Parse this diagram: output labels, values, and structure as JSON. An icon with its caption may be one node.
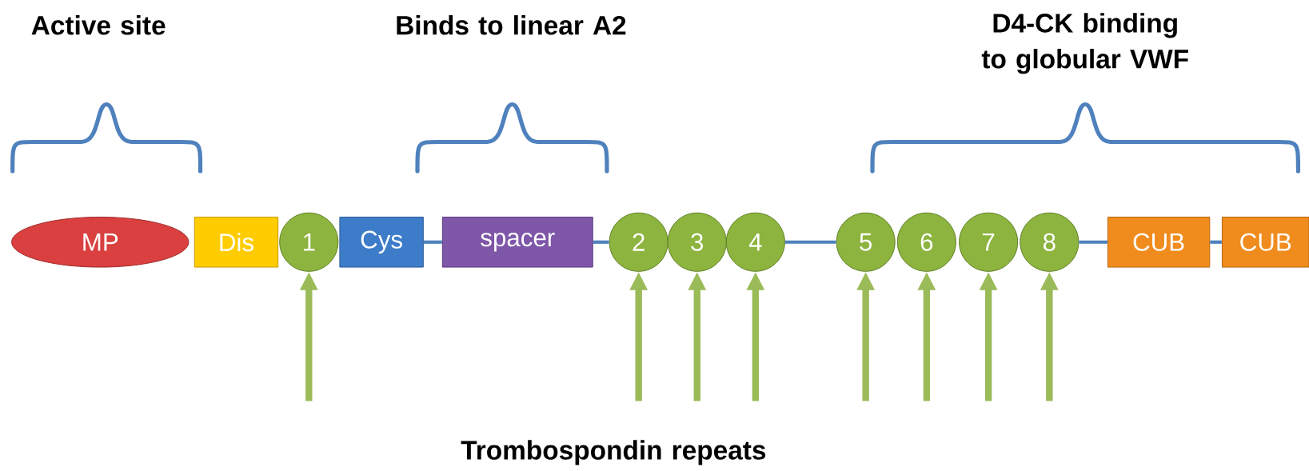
{
  "diagram": {
    "nodes": [
      {
        "text": [
          "MP"
        ]
      },
      {
        "text": [
          "Dis"
        ]
      },
      {
        "text": [
          "1"
        ]
      },
      {
        "text": [
          "Cys"
        ]
      },
      {
        "text": [
          "spacer"
        ]
      },
      {
        "text": [
          "2"
        ]
      },
      {
        "text": [
          "3"
        ]
      },
      {
        "text": [
          "4"
        ]
      },
      {
        "text": [
          "5"
        ]
      },
      {
        "text": [
          "6"
        ]
      },
      {
        "text": [
          "7"
        ]
      },
      {
        "text": [
          "8"
        ]
      },
      {
        "text": [
          "CUB"
        ]
      },
      {
        "text": [
          "CUB"
        ]
      }
    ],
    "edges": [
      {
        "from": 3,
        "to": 4,
        "arrow": "none",
        "color": "#4f81bd"
      },
      {
        "from": 4,
        "to": 5,
        "arrow": "none",
        "color": "#4f81bd"
      },
      {
        "from": 7,
        "to": 8,
        "arrow": "none",
        "color": "#4f81bd"
      },
      {
        "from": 11,
        "to": 12,
        "arrow": "none",
        "color": "#4f81bd"
      },
      {
        "from": 12,
        "to": 13,
        "arrow": "none",
        "color": "#4f81bd"
      },
      {
        "from": null,
        "to": 2,
        "arrow": "to"
      },
      {
        "from": null,
        "to": 5,
        "arrow": "to"
      },
      {
        "from": null,
        "to": 6,
        "arrow": "to"
      },
      {
        "from": null,
        "to": 7,
        "arrow": "to"
      },
      {
        "from": null,
        "to": 8,
        "arrow": "to"
      },
      {
        "from": null,
        "to": 9,
        "arrow": "to"
      },
      {
        "from": null,
        "to": 10,
        "arrow": "to"
      },
      {
        "from": null,
        "to": 11,
        "arrow": "to"
      }
    ],
    "labels": [
      "Active site",
      "Binds to linear A2",
      "D4-CK binding to globular VWF",
      "Trombospondin repeats"
    ]
  }
}
